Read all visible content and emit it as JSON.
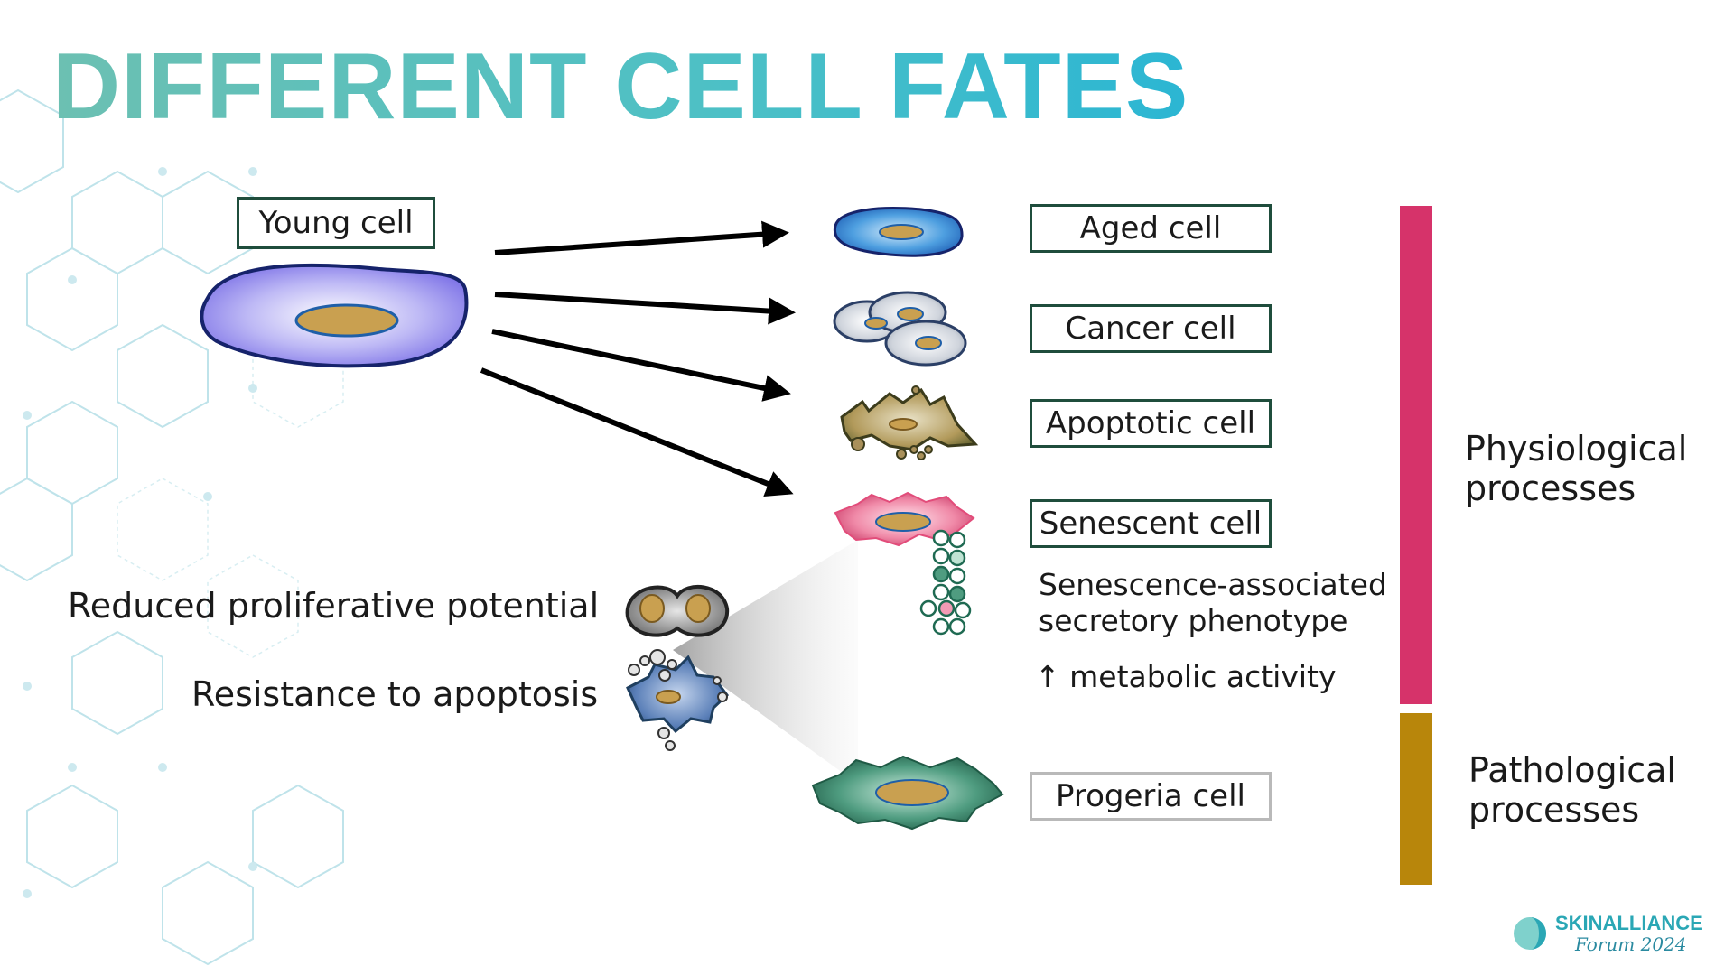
{
  "title": "DIFFERENT CELL FATES",
  "cells": {
    "young": "Young cell",
    "aged": "Aged cell",
    "cancer": "Cancer cell",
    "apoptotic": "Apoptotic cell",
    "senescent": "Senescent cell",
    "progeria": "Progeria cell"
  },
  "traits": {
    "proliferative": "Reduced proliferative potential",
    "apoptosis": "Resistance to apoptosis"
  },
  "senescence_notes": {
    "line1": "Senescence-associated",
    "line2": "secretory phenotype",
    "metabolic": "↑ metabolic activity"
  },
  "process_bars": {
    "physiological": {
      "line1": "Physiological",
      "line2": "processes",
      "color": "#d6336a"
    },
    "pathological": {
      "line1": "Pathological",
      "line2": "processes",
      "color": "#b8860b"
    }
  },
  "logo": {
    "word": "SKINALLIANCE",
    "sub": "Forum 2024"
  },
  "colors": {
    "title_start": "#6cc0b2",
    "title_end": "#2bb6d3",
    "box_border": "#1f4d3c"
  }
}
